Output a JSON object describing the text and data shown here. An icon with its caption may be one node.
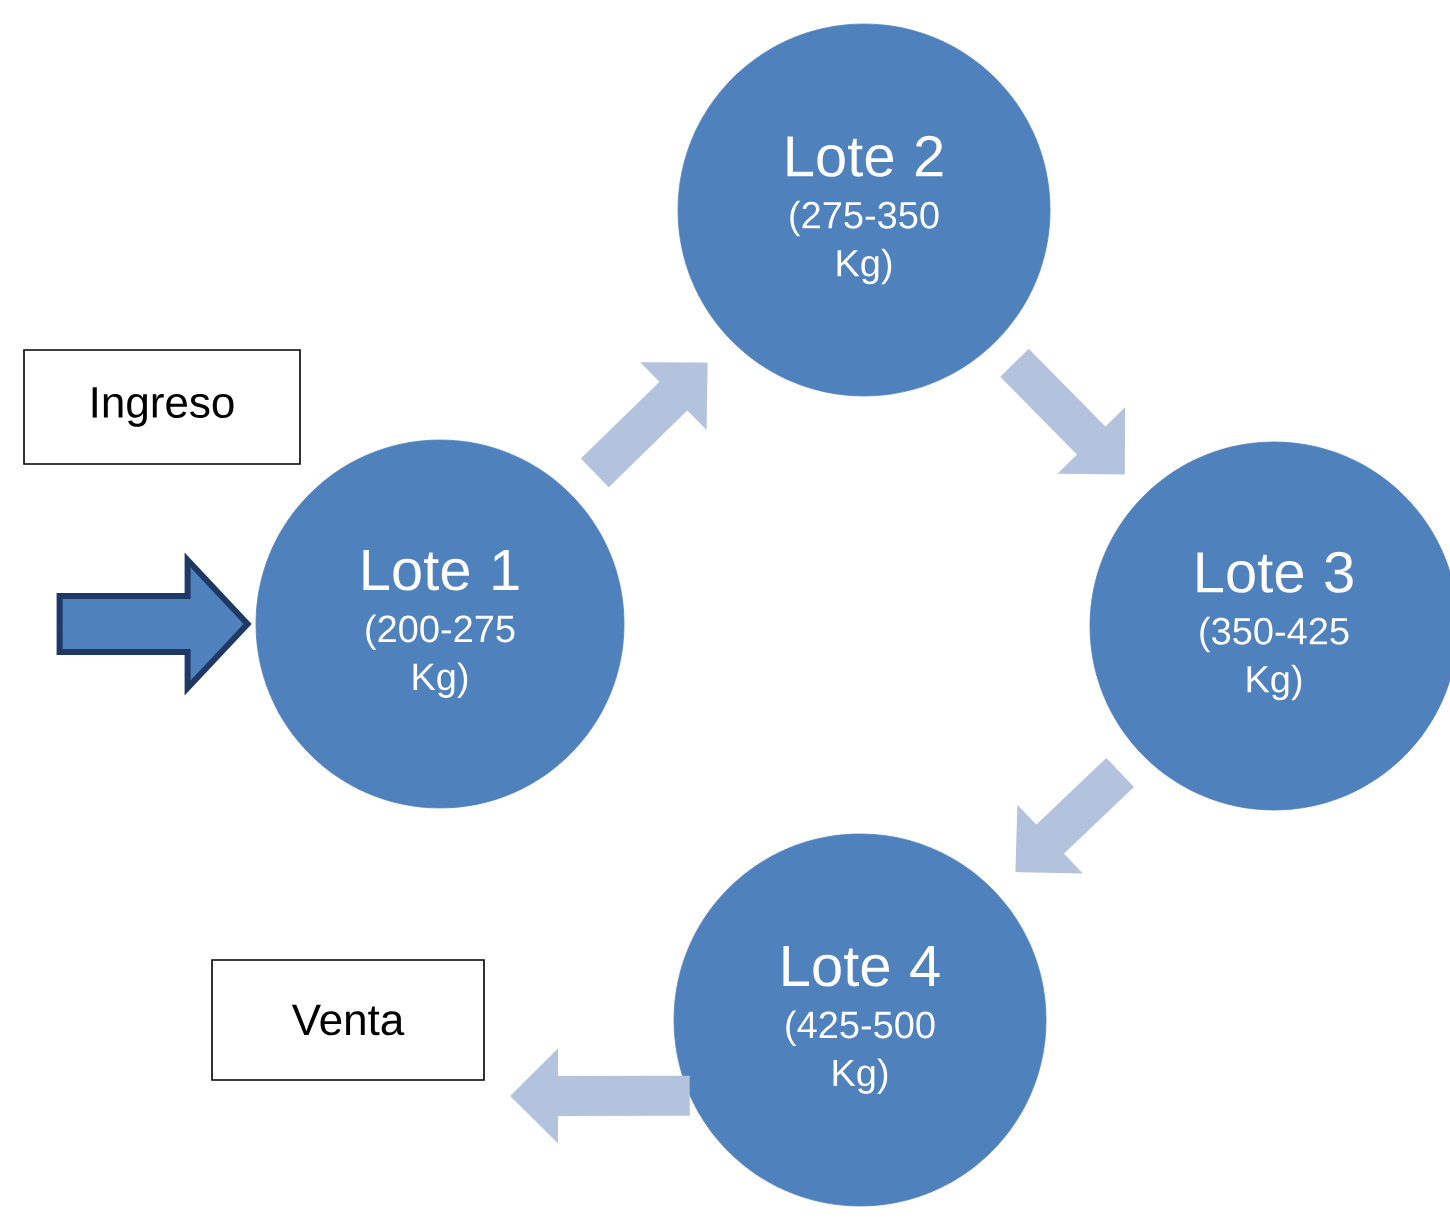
{
  "diagram": {
    "nodes": [
      {
        "text": [
          "Ingreso"
        ]
      },
      {
        "text": [
          "Lote 1",
          "(200-275 Kg)"
        ]
      },
      {
        "text": [
          "Lote 2",
          "(275-350 Kg)"
        ]
      },
      {
        "text": [
          "Lote 3",
          "(350-425 Kg)"
        ]
      },
      {
        "text": [
          "Lote 4",
          "(425-500 Kg)"
        ]
      },
      {
        "text": [
          "Venta"
        ]
      }
    ],
    "edges": [
      {
        "from": null,
        "to": 1,
        "arrow": "to",
        "color": "#4f81bd"
      },
      {
        "from": 1,
        "to": 2,
        "arrow": "to"
      },
      {
        "from": 2,
        "to": 3,
        "arrow": "to"
      },
      {
        "from": 3,
        "to": 4,
        "arrow": "to"
      },
      {
        "from": 4,
        "to": null,
        "arrow": "to"
      }
    ]
  }
}
